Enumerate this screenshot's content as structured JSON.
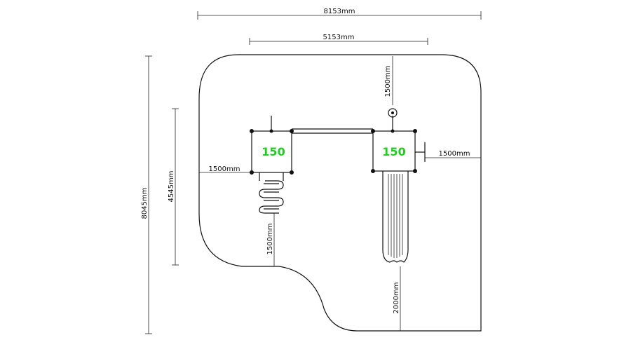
{
  "dimensions": {
    "overall_width": "8153mm",
    "inner_width": "5153mm",
    "overall_height": "8045mm",
    "inner_height": "4545mm",
    "top_clearance": "1500mm",
    "right_clearance": "1500mm",
    "left_clearance": "1500mm",
    "climber_clearance": "1500mm",
    "slide_clearance": "2000mm"
  },
  "platforms": {
    "left_height": "150",
    "right_height": "150"
  },
  "colors": {
    "platform_label": "#22cc22",
    "lines": "#111111"
  }
}
